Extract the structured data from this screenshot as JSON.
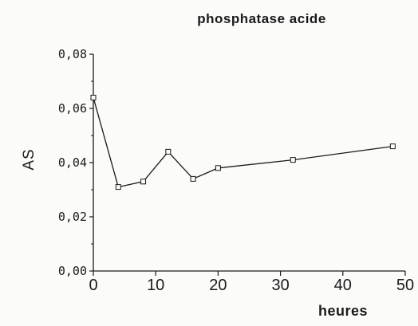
{
  "chart_data": {
    "type": "line",
    "title": "phosphatase acide",
    "xlabel": "heures",
    "ylabel": "AS",
    "xlim": [
      0,
      50
    ],
    "ylim": [
      0,
      0.08
    ],
    "x_ticks": [
      0,
      10,
      20,
      30,
      40,
      50
    ],
    "x_tick_labels": [
      "0",
      "10",
      "20",
      "30",
      "40",
      "50"
    ],
    "y_ticks": [
      0,
      0.02,
      0.04,
      0.06,
      0.08
    ],
    "y_tick_labels": [
      "0,00",
      "0,02",
      "0,04",
      "0,06",
      "0,08"
    ],
    "grid": false,
    "marker": "open-square",
    "series": [
      {
        "x": [
          0,
          4,
          8,
          12,
          16,
          20,
          32,
          48
        ],
        "values": [
          0.064,
          0.031,
          0.033,
          0.044,
          0.034,
          0.038,
          0.041,
          0.046
        ]
      }
    ]
  }
}
